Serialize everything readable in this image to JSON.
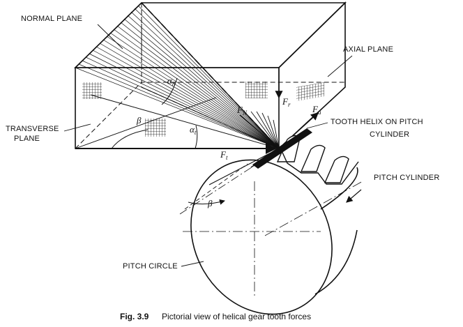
{
  "labels": {
    "normal_plane": "NORMAL PLANE",
    "axial_plane": "AXIAL PLANE",
    "transverse_plane_1": "TRANSVERSE",
    "transverse_plane_2": "PLANE",
    "tooth_helix_1": "TOOTH HELIX ON PITCH",
    "tooth_helix_2": "CYLINDER",
    "pitch_cylinder": "PITCH CYLINDER",
    "pitch_circle": "PITCH CIRCLE"
  },
  "symbols": {
    "alpha_n": "α",
    "alpha_n_sub": "n",
    "alpha_t": "α",
    "alpha_t_sub": "t",
    "beta_upper": "β",
    "beta_lower": "β",
    "F_N": "F",
    "F_N_sub": "N",
    "F_r": "F",
    "F_r_sub": "r",
    "F_a": "F",
    "F_a_sub": "a",
    "F_t": "F",
    "F_t_sub": "t"
  },
  "caption": {
    "number": "Fig. 3.9",
    "text": "Pictorial view of helical gear tooth forces"
  }
}
